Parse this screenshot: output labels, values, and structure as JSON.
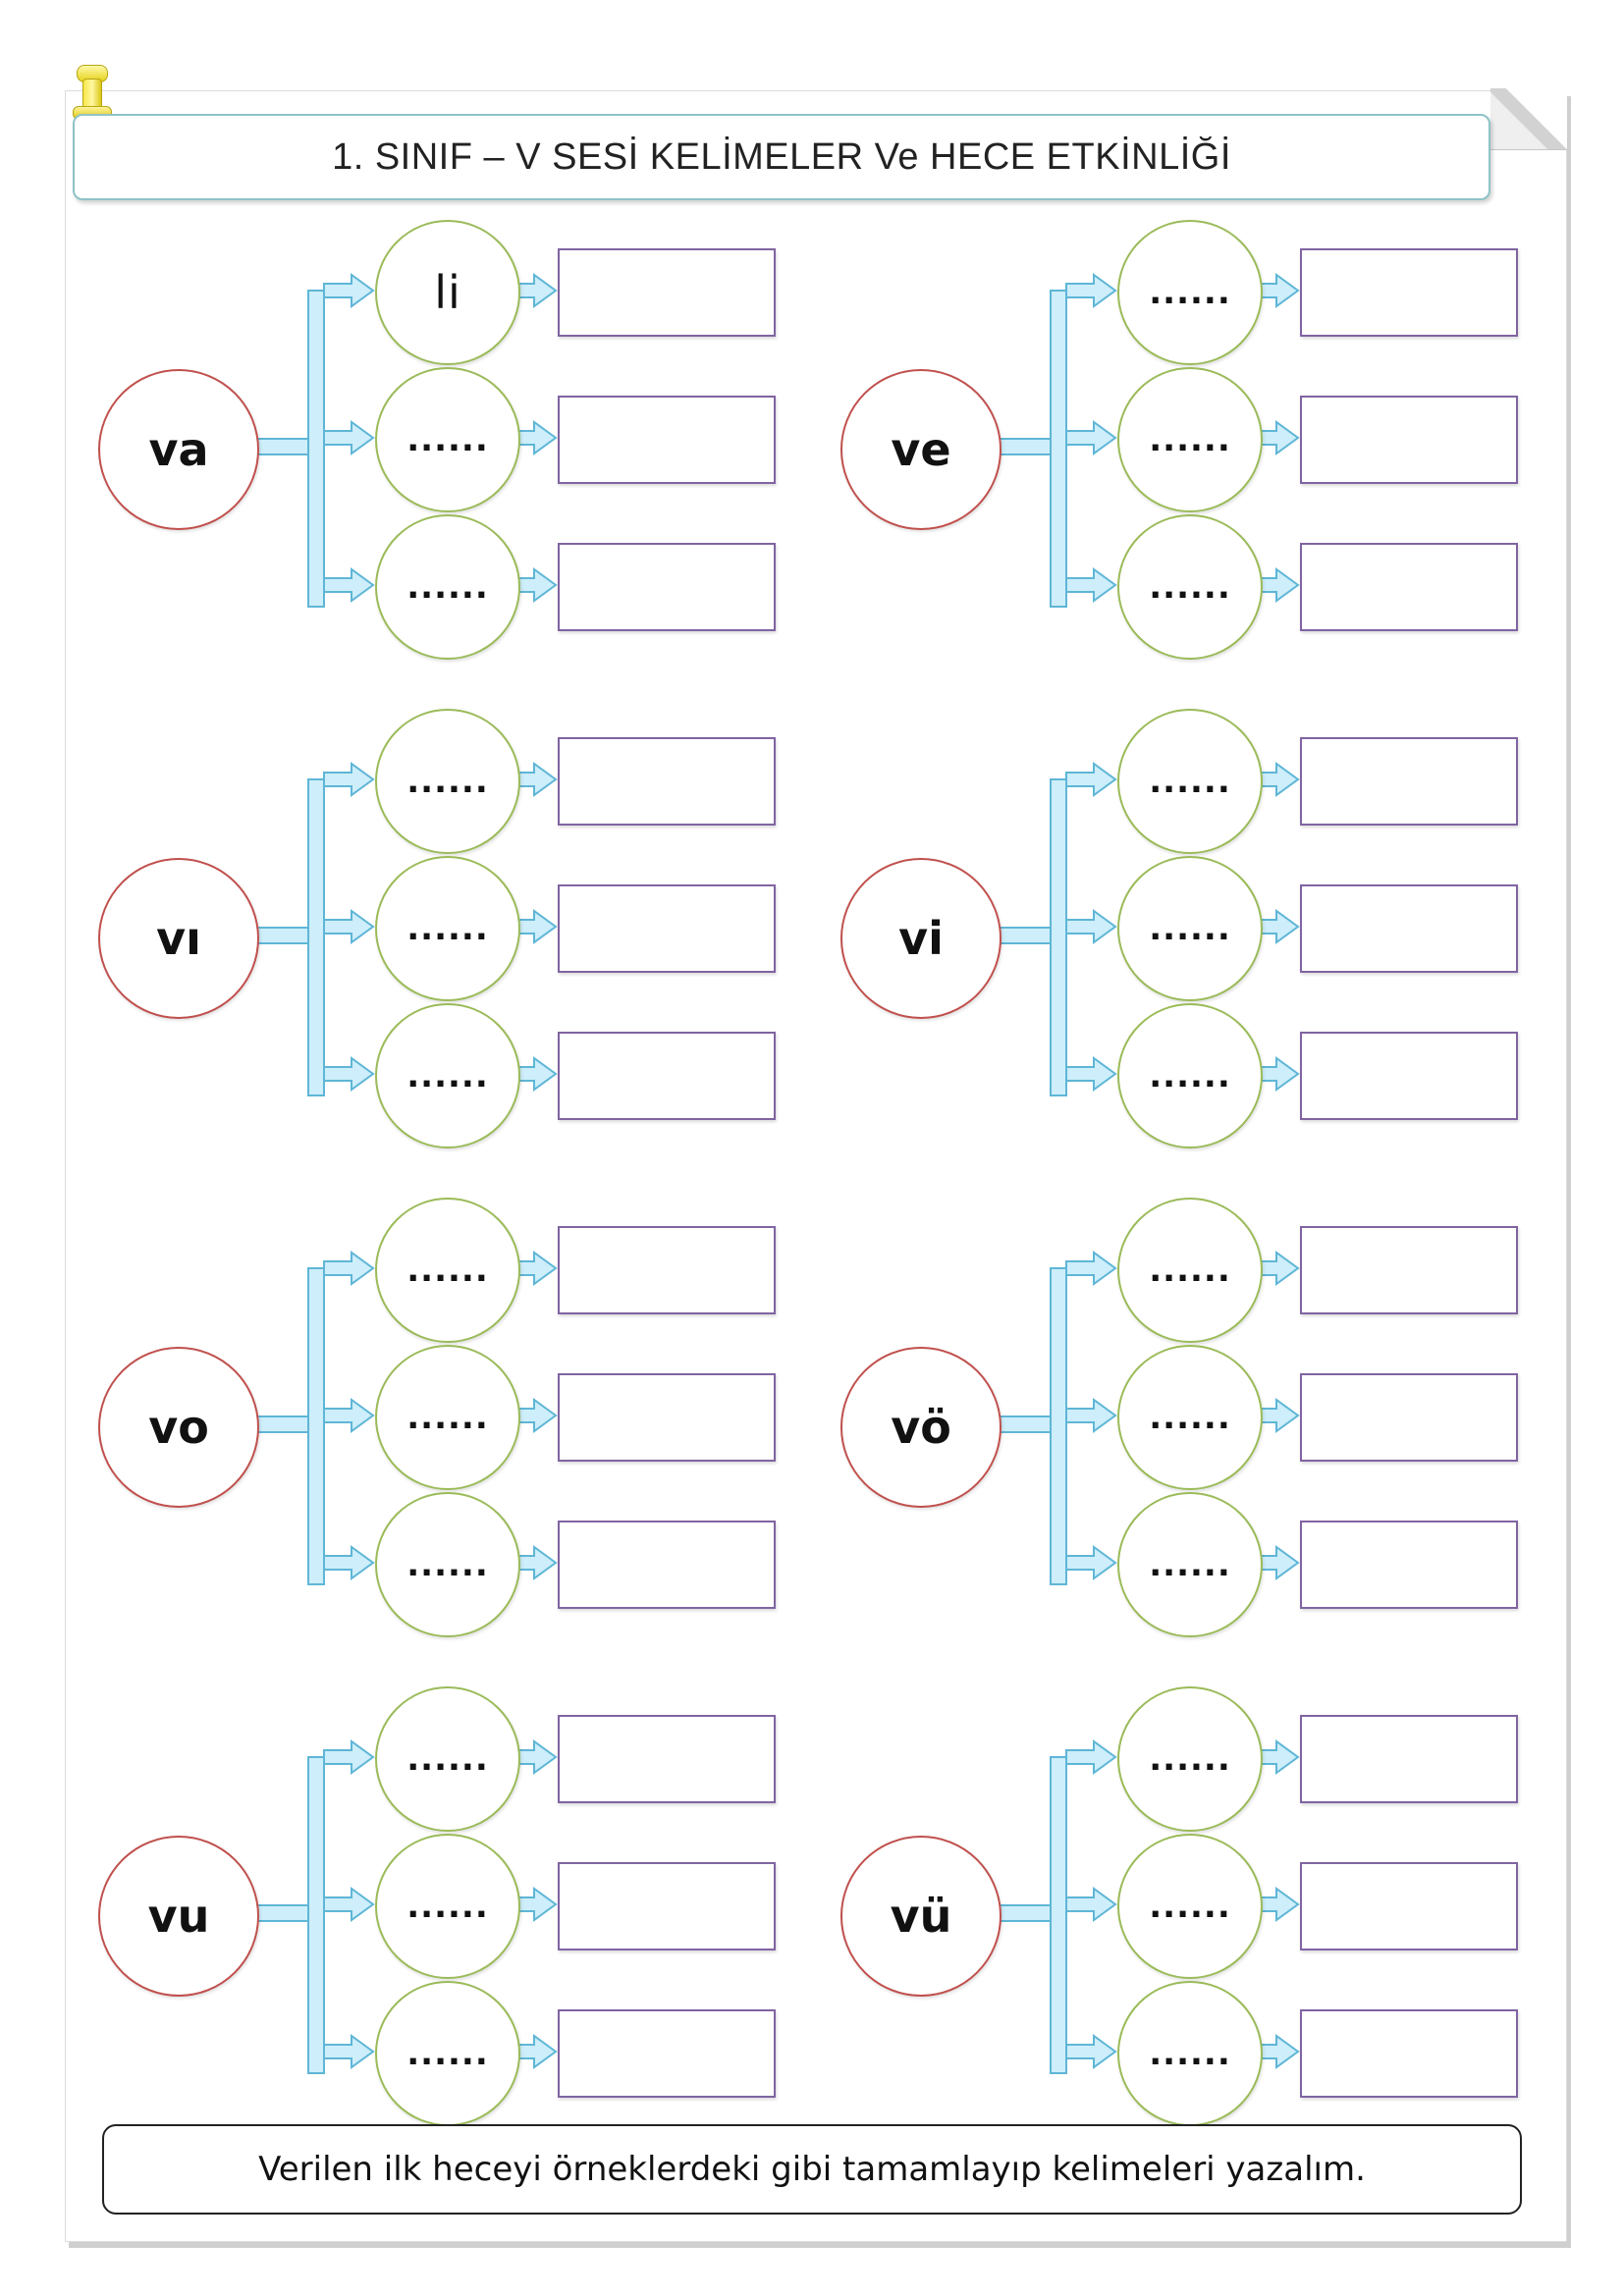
{
  "title": "1. SINIF – V SESİ KELİMELER Ve HECE ETKİNLİĞİ",
  "instruction": "Verilen ilk heceyi örneklerdeki gibi tamamlayıp kelimeleri yazalım.",
  "groups": [
    {
      "syllable": "va",
      "slots": [
        "li",
        "......",
        "......"
      ]
    },
    {
      "syllable": "ve",
      "slots": [
        "......",
        "......",
        "......"
      ]
    },
    {
      "syllable": "vı",
      "slots": [
        "......",
        "......",
        "......"
      ]
    },
    {
      "syllable": "vi",
      "slots": [
        "......",
        "......",
        "......"
      ]
    },
    {
      "syllable": "vo",
      "slots": [
        "......",
        "......",
        "......"
      ]
    },
    {
      "syllable": "vö",
      "slots": [
        "......",
        "......",
        "......"
      ]
    },
    {
      "syllable": "vu",
      "slots": [
        "......",
        "......",
        "......"
      ]
    },
    {
      "syllable": "vü",
      "slots": [
        "......",
        "......",
        "......"
      ]
    }
  ],
  "colors": {
    "main_circle_border": "#c0504d",
    "syllable_circle_border": "#9bbb59",
    "answer_box_border": "#8064a2",
    "connector_fill": "#cdeefa",
    "connector_stroke": "#5fb6d6",
    "title_border": "#8fc3c7"
  },
  "icons": [
    "push-pin-icon",
    "folded-corner"
  ]
}
